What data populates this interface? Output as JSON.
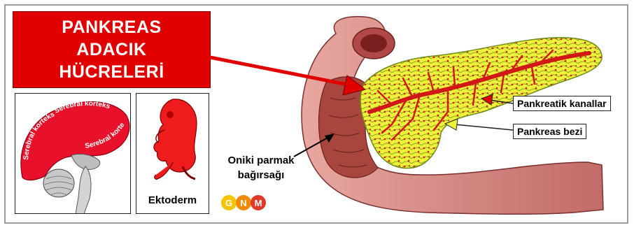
{
  "title": {
    "lines": [
      "PANKREAS",
      "ADACIK",
      "HÜCRELERİ"
    ]
  },
  "brain": {
    "labels": [
      "Serebral korteks",
      "Serebral korteks",
      "Serebral korteks"
    ]
  },
  "embryo": {
    "label": "Ektoderm"
  },
  "callouts": {
    "ducts": "Pankreatik kanallar",
    "gland": "Pankreas bezi"
  },
  "duodenum": {
    "line1": "Oniki parmak",
    "line2": "bağırsağı"
  },
  "logo": {
    "letters": [
      "G",
      "N",
      "M"
    ]
  },
  "colors": {
    "title_bg": "#e00000",
    "cortex": "#e8102a",
    "gland_yellow": "#eef23a",
    "duct_red": "#d01818",
    "intestine": "#c96a6a"
  }
}
